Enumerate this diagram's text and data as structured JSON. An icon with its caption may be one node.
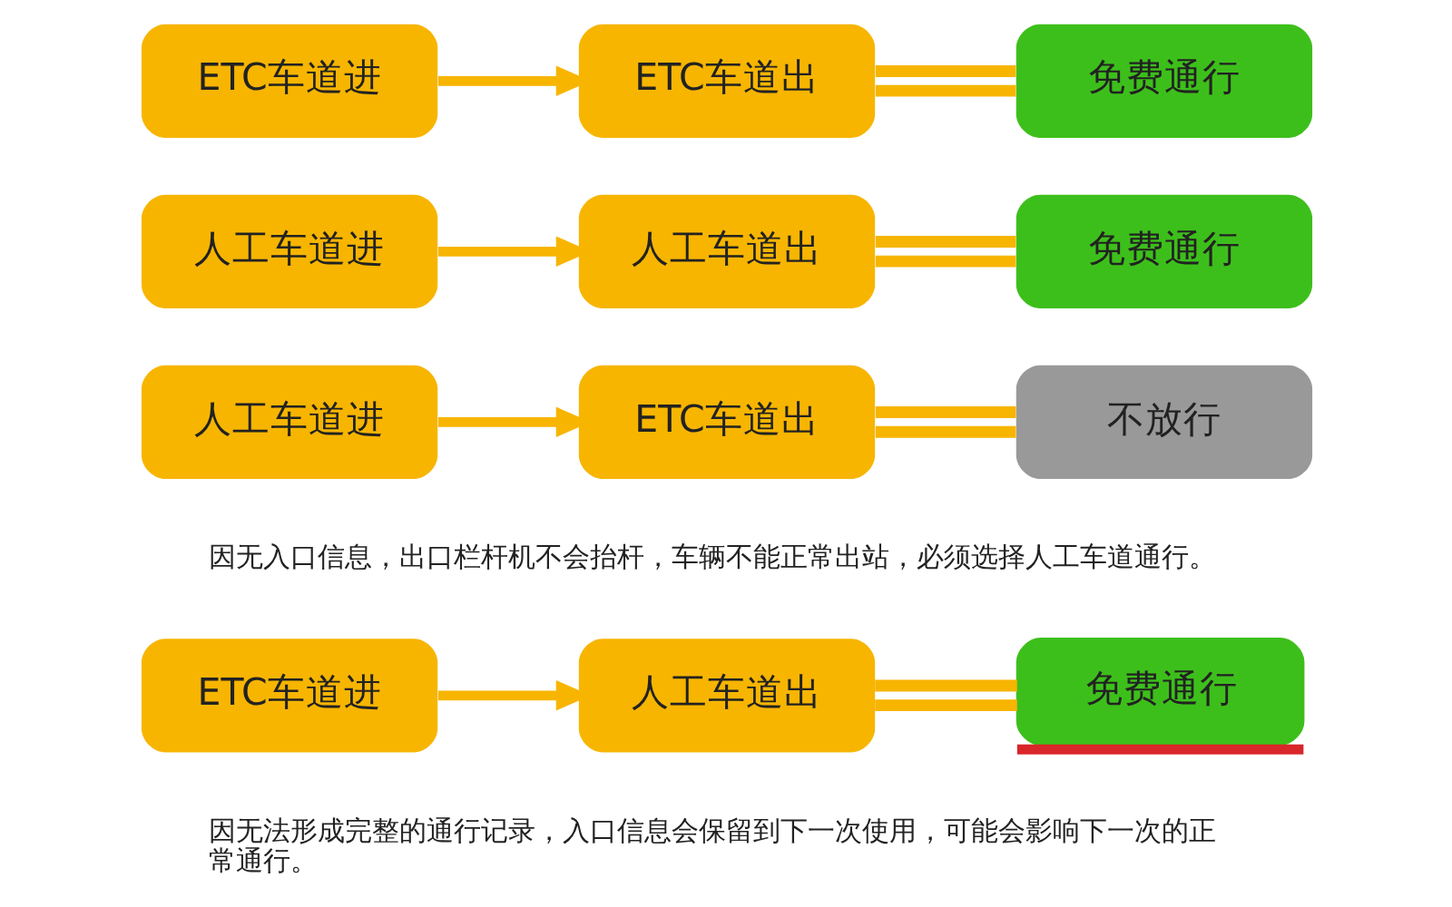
{
  "diagram": {
    "nodes": [
      {
        "text": [
          "ETC车道进"
        ]
      },
      {
        "text": [
          "ETC车道出"
        ]
      },
      {
        "text": [
          "免费通行"
        ]
      },
      {
        "text": [
          "人工车道进"
        ]
      },
      {
        "text": [
          "人工车道出"
        ]
      },
      {
        "text": [
          "免费通行"
        ]
      },
      {
        "text": [
          "人工车道进"
        ]
      },
      {
        "text": [
          "ETC车道出"
        ]
      },
      {
        "text": [
          "不放行"
        ]
      },
      {
        "text": [
          "ETC车道进"
        ]
      },
      {
        "text": [
          "人工车道出"
        ]
      },
      {
        "text": [
          "免费通行"
        ]
      }
    ],
    "edges": [
      {
        "from": 0,
        "to": 1,
        "arrow": "to"
      },
      {
        "from": 1,
        "to": 2,
        "arrow": "none"
      },
      {
        "from": 3,
        "to": 4,
        "arrow": "to"
      },
      {
        "from": 4,
        "to": 5,
        "arrow": "none"
      },
      {
        "from": 6,
        "to": 7,
        "arrow": "to"
      },
      {
        "from": 7,
        "to": 8,
        "arrow": "none"
      },
      {
        "from": 9,
        "to": 10,
        "arrow": "to"
      },
      {
        "from": 10,
        "to": 11,
        "arrow": "none"
      }
    ],
    "labels": [
      "因无入口信息，出口栏杆机不会抬杆，车辆不能正常出站，必须选择人工车道通行。",
      "因无法形成完整的通行记录，入口信息会保留到下一次使用，可能会影响下一次的正常通行。"
    ]
  }
}
